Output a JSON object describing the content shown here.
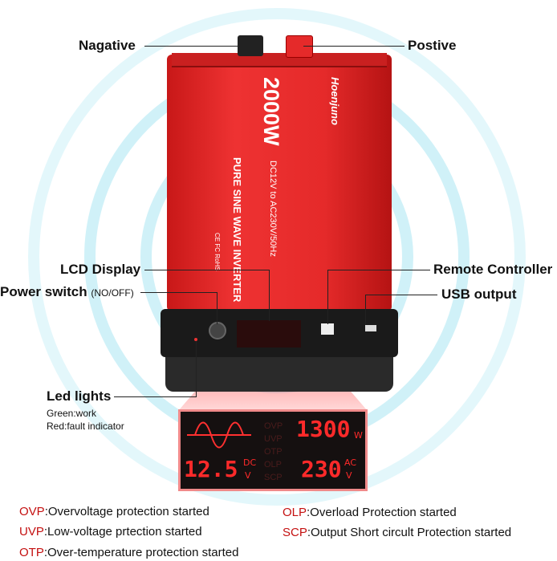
{
  "callouts": {
    "negative": "Nagative",
    "positive": "Postive",
    "lcd": "LCD Display",
    "power_switch": "Power switch",
    "power_switch_note": "(NO/OFF)",
    "remote": "Remote Controller",
    "usb": "USB output",
    "led": "Led lights",
    "led_green": "Green:work",
    "led_red": "Red:fault indicator"
  },
  "product": {
    "power": "2000W",
    "type": "PURE SINE WAVE INVERTER",
    "spec": "DC12V to AC230V/50Hz",
    "brand": "Hoenjuno",
    "certs": "CE FC RoHS"
  },
  "lcd": {
    "watts": "1300",
    "watts_unit": "W",
    "dc_value": "12.5",
    "dc_unit": "DC",
    "dc_v": "V",
    "ac_value": "230",
    "ac_unit": "AC",
    "ac_v": "V",
    "flags": [
      "OVP",
      "UVP",
      "OTP",
      "OLP",
      "SCP"
    ]
  },
  "legend": {
    "left": [
      {
        "code": "OVP",
        "text": ":Overvoltage protection started"
      },
      {
        "code": "UVP",
        "text": ":Low-voltage prtection started"
      },
      {
        "code": "OTP",
        "text": ":Over-temperature protection started"
      }
    ],
    "right": [
      {
        "code": "OLP",
        "text": ":Overload Protection started"
      },
      {
        "code": "SCP",
        "text": ":Output Short circult Protection started"
      }
    ]
  },
  "colors": {
    "body": "#e52a2a",
    "code": "#c41010",
    "lcd_segment": "#ff2a2a"
  }
}
